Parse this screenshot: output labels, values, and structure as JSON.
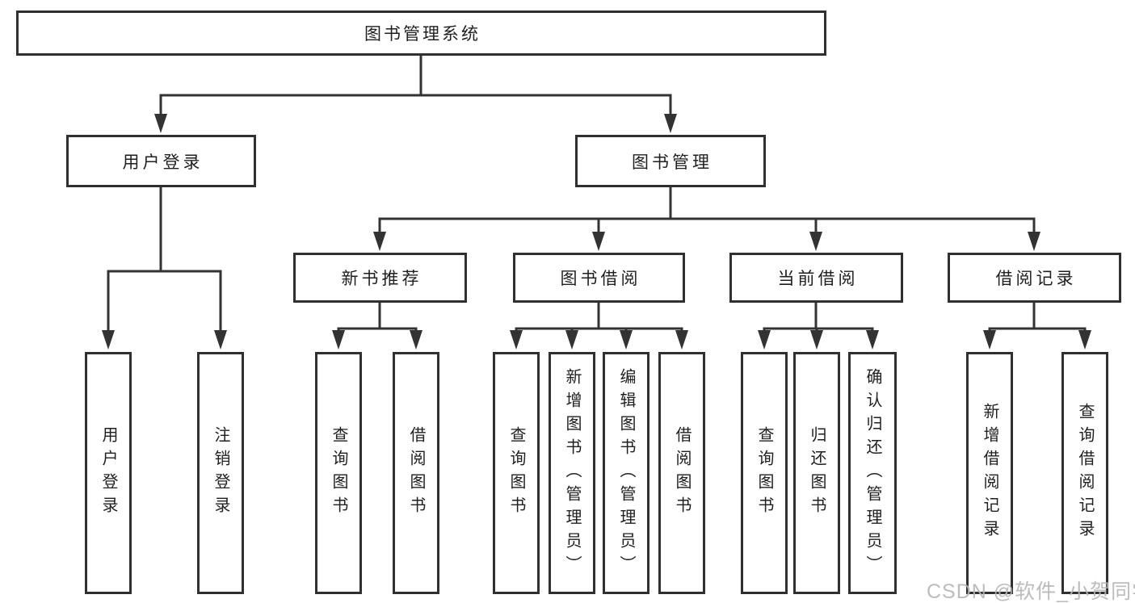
{
  "colors": {
    "background": "#ffffff",
    "line": "#333333",
    "box_border": "#303030",
    "box_fill": "#ffffff",
    "text": "#1f1f1f",
    "watermark": "#b5b5b5"
  },
  "root": {
    "label": "图书管理系统"
  },
  "branches": {
    "user_login": {
      "label": "用户登录",
      "children": {
        "login": {
          "label": "用户登录"
        },
        "logout": {
          "label": "注销登录"
        }
      }
    },
    "book_management": {
      "label": "图书管理",
      "children": {
        "new_book_recommend": {
          "label": "新书推荐",
          "children": {
            "query_books": {
              "label": "查询图书"
            },
            "borrow_books": {
              "label": "借阅图书"
            }
          }
        },
        "book_borrowing": {
          "label": "图书借阅",
          "children": {
            "query_books": {
              "label": "查询图书"
            },
            "add_books": {
              "label": "新增图书（管理员）"
            },
            "edit_books": {
              "label": "编辑图书（管理员）"
            },
            "borrow_books": {
              "label": "借阅图书"
            }
          }
        },
        "current_borrowing": {
          "label": "当前借阅",
          "children": {
            "query_books": {
              "label": "查询图书"
            },
            "return_books": {
              "label": "归还图书"
            },
            "confirm_return": {
              "label": "确认归还（管理员）"
            }
          }
        },
        "borrowing_records": {
          "label": "借阅记录",
          "children": {
            "add_record": {
              "label": "新增借阅记录"
            },
            "query_record": {
              "label": "查询借阅记录"
            }
          }
        }
      }
    }
  },
  "watermark": {
    "text": "CSDN @软件_小贺同学"
  }
}
